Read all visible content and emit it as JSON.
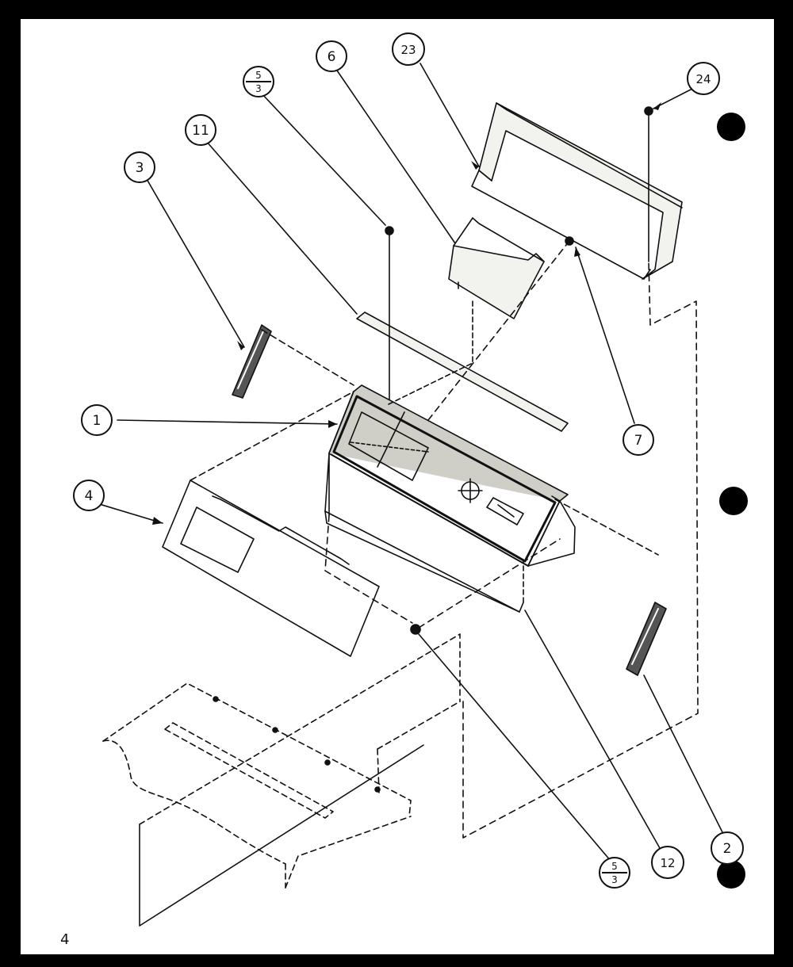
{
  "page_number": "4",
  "callouts": {
    "c1": "1",
    "c2": "2",
    "c3": "3",
    "c4": "4",
    "c6": "6",
    "c7": "7",
    "c11": "11",
    "c12": "12",
    "c23": "23",
    "c24": "24",
    "c53_top": "5",
    "c53_top_sub": "3",
    "c53_bottom": "5",
    "c53_bottom_sub": "3"
  },
  "colors": {
    "paper": "#ffffff",
    "frame": "#000000",
    "ink": "#111111",
    "panel_fill": "#e8e6dc",
    "hole_dots": "#000000"
  }
}
